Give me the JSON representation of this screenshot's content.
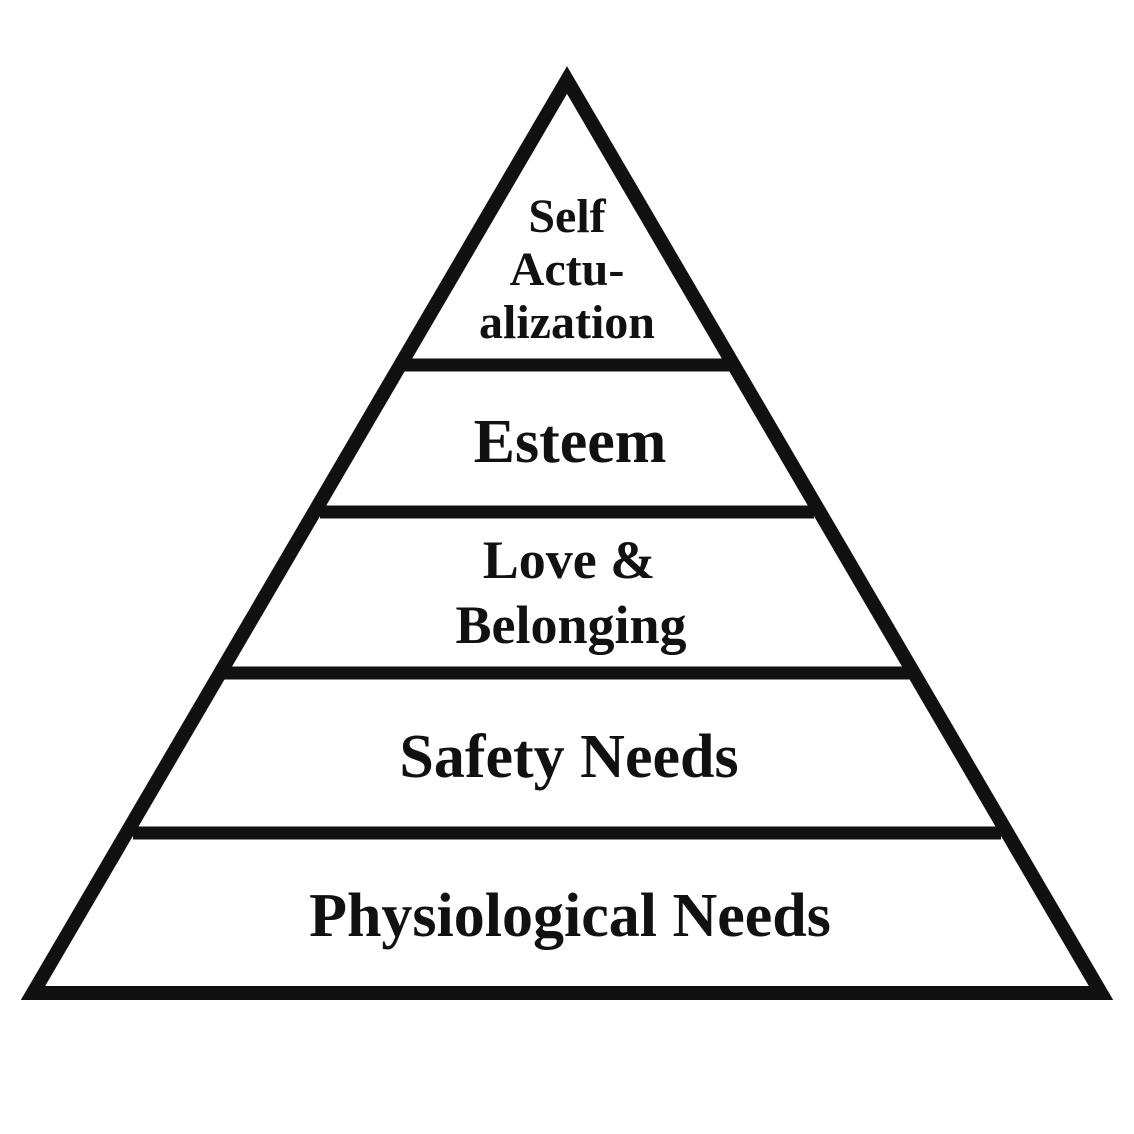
{
  "pyramid": {
    "tiers": [
      {
        "lines": [
          "Self",
          "Actu-",
          "alization"
        ]
      },
      {
        "lines": [
          "Esteem"
        ]
      },
      {
        "lines": [
          "Love &",
          "Belonging"
        ]
      },
      {
        "lines": [
          "Safety Needs"
        ]
      },
      {
        "lines": [
          "Physiological Needs"
        ]
      }
    ]
  },
  "colors": {
    "stroke": "#111111",
    "fill": "#ffffff",
    "text": "#111111"
  }
}
